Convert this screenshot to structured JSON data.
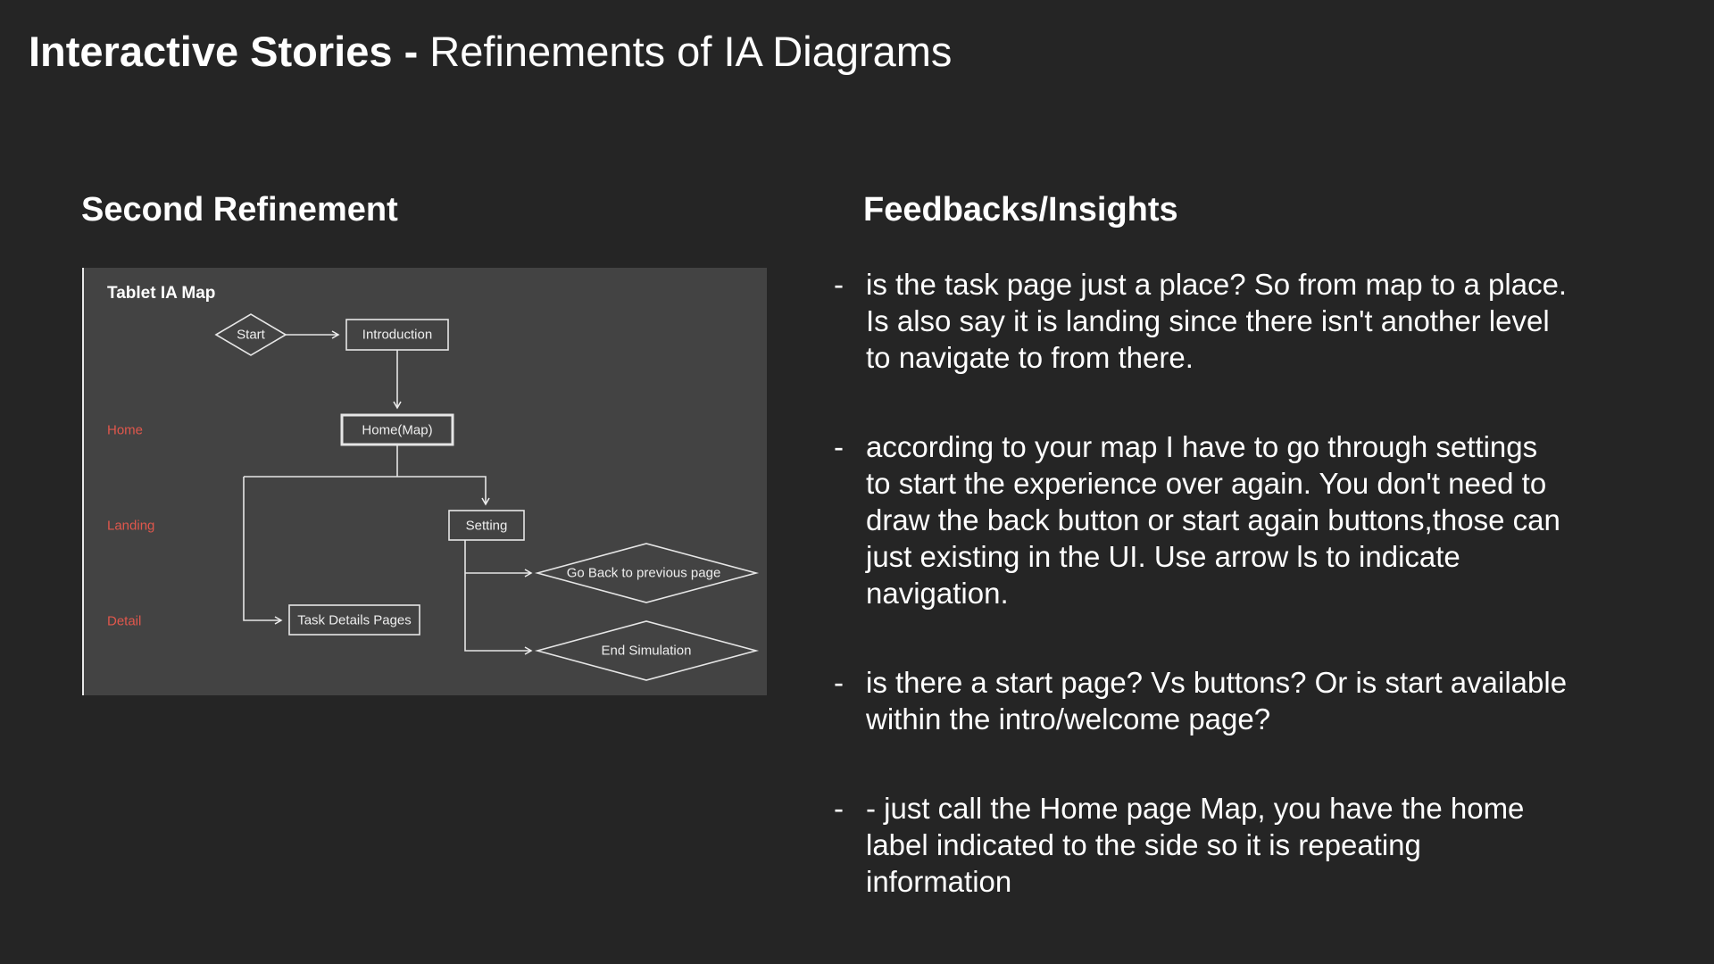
{
  "header": {
    "title_bold": "Interactive Stories -",
    "title_rest": " Refinements of IA Diagrams"
  },
  "left": {
    "heading": "Second Refinement",
    "diagram": {
      "title": "Tablet IA Map",
      "levels": [
        "Home",
        "Landing",
        "Detail"
      ],
      "nodes": {
        "start": "Start",
        "intro": "Introduction",
        "home": "Home(Map)",
        "setting": "Setting",
        "task": "Task Details Pages",
        "goback": "Go Back to previous page",
        "end": "End Simulation"
      },
      "level_color": "#e0574c"
    }
  },
  "right": {
    "heading": "Feedbacks/Insights",
    "bullet": "-",
    "items": [
      {
        "lines": [
          "is the task page just a place? So from map to a place.",
          "Is also say it is landing since there isn't another level",
          "to navigate to from there."
        ]
      },
      {
        "lines": [
          "according to your map I have to go through settings",
          "to start the experience over again. You don't need to",
          "draw the back button or start again buttons,those can",
          "just existing in the UI. Use arrow ls to indicate",
          "navigation."
        ]
      },
      {
        "lines": [
          "is there a start page? Vs buttons? Or is start available",
          "within the intro/welcome page?"
        ]
      },
      {
        "lines": [
          "- just call the Home page Map, you have the home",
          "label indicated to the side so it is repeating",
          "information"
        ]
      }
    ]
  }
}
